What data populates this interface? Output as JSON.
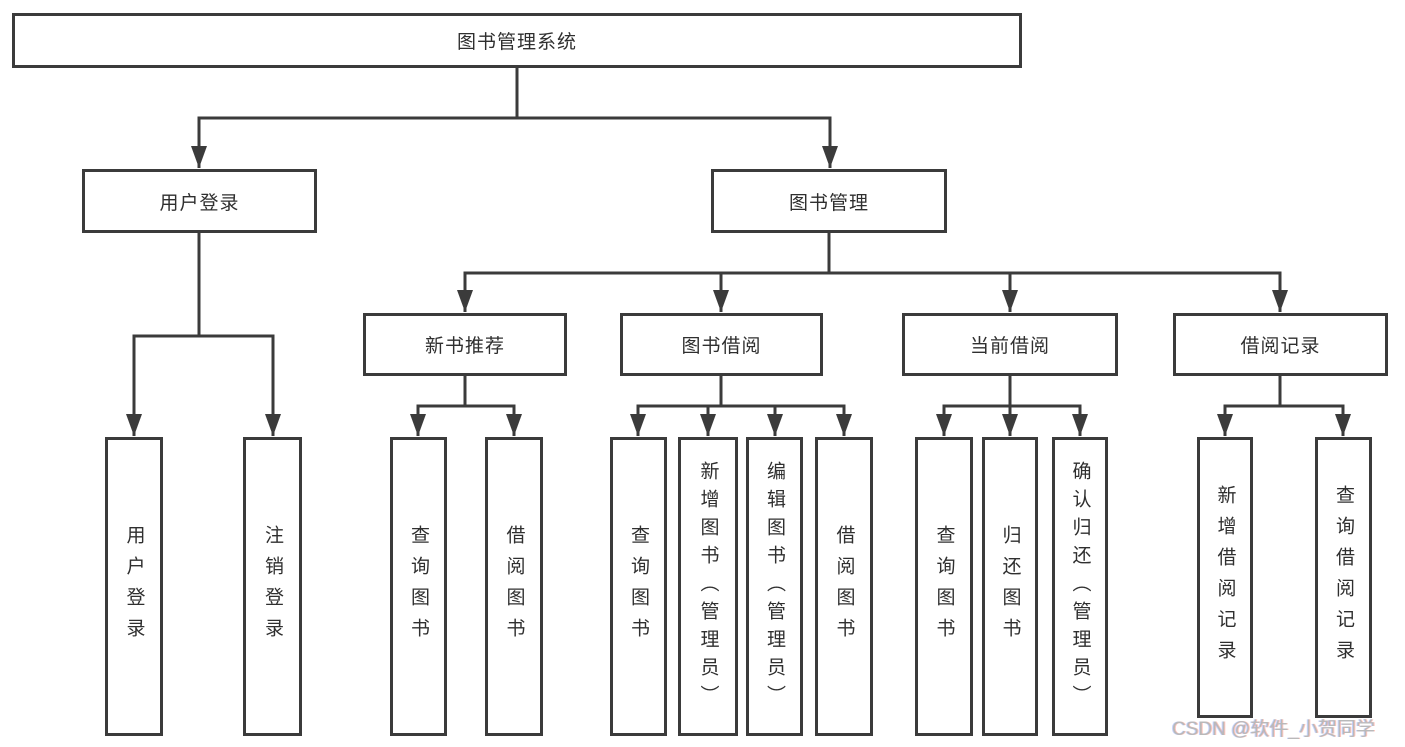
{
  "tree": {
    "root": {
      "label": "图书管理系统"
    },
    "branches": [
      {
        "label": "用户登录",
        "children": [
          {
            "label": "用户登录"
          },
          {
            "label": "注销登录"
          }
        ]
      },
      {
        "label": "图书管理",
        "children": [
          {
            "label": "新书推荐",
            "children": [
              {
                "label": "查询图书"
              },
              {
                "label": "借阅图书"
              }
            ]
          },
          {
            "label": "图书借阅",
            "children": [
              {
                "label": "查询图书"
              },
              {
                "label": "新增图书（管理员）"
              },
              {
                "label": "编辑图书（管理员）"
              },
              {
                "label": "借阅图书"
              }
            ]
          },
          {
            "label": "当前借阅",
            "children": [
              {
                "label": "查询图书"
              },
              {
                "label": "归还图书"
              },
              {
                "label": "确认归还（管理员）"
              }
            ]
          },
          {
            "label": "借阅记录",
            "children": [
              {
                "label": "新增借阅记录"
              },
              {
                "label": "查询借阅记录"
              }
            ]
          }
        ]
      }
    ]
  },
  "watermark": {
    "text": "CSDN @软件_小贺同学"
  },
  "colors": {
    "line": "#3b3b3b",
    "text": "#2f2f2f",
    "watermark": "#b9b9b9",
    "background": "#ffffff"
  }
}
